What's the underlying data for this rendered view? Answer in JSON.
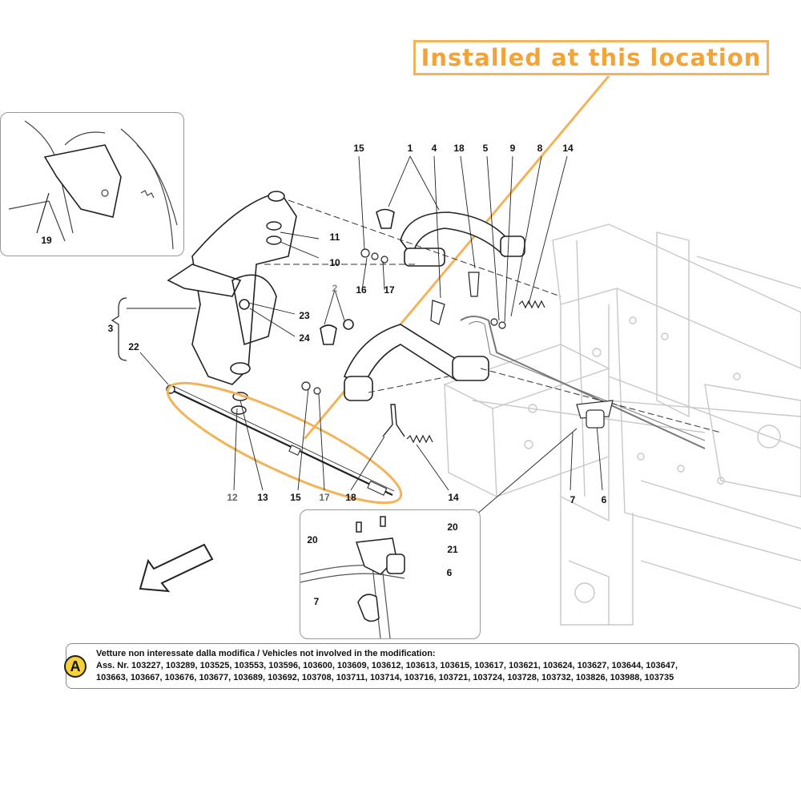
{
  "callout": {
    "text": "Installed at this location",
    "color": "#f2a43a"
  },
  "labels": {
    "l1": "1",
    "l2": "2",
    "l3": "3",
    "l4": "4",
    "l5": "5",
    "l6a": "6",
    "l6b": "6",
    "l7a": "7",
    "l7b": "7",
    "l8": "8",
    "l9": "9",
    "l10": "10",
    "l11": "11",
    "l12": "12",
    "l13": "13",
    "l14a": "14",
    "l14b": "14",
    "l15a": "15",
    "l15b": "15",
    "l16": "16",
    "l17a": "17",
    "l17b": "17",
    "l18a": "18",
    "l18b": "18",
    "l19": "19",
    "l20a": "20",
    "l20b": "20",
    "l21": "21",
    "l22": "22",
    "l23": "23",
    "l24": "24"
  },
  "note": {
    "badge": "A",
    "line1": "Vetture non interessate dalla modifica / Vehicles not involved in the modification:",
    "line2": "Ass. Nr. 103227, 103289, 103525, 103553, 103596, 103600, 103609, 103612, 103613, 103615, 103617, 103621, 103624, 103627, 103644, 103647,",
    "line3": "103663, 103667, 103676, 103677, 103689, 103692, 103708, 103711, 103714, 103716, 103721, 103724, 103728, 103732, 103826, 103988, 103735"
  },
  "colors": {
    "highlight": "#f2b45a",
    "ink": "#222222",
    "frame_ghost": "#c8c8c8",
    "badge": "#f5d23a"
  }
}
